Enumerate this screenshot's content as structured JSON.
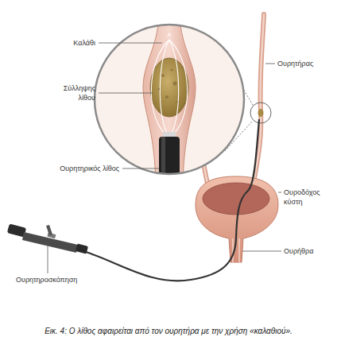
{
  "diagram": {
    "caption": "Εικ. 4: Ο λίθος αφαιρείται από τον ουρητήρα με την χρήση «καλαθιού».",
    "labels": [
      "Καλάθι",
      "Σύλληψης λίθου",
      "Ουρητηρικός λίθος",
      "Ουρητήρας",
      "Ουροδόχος κύστη",
      "Ουρήθρα",
      "Ουρητηροσκόπηση"
    ]
  }
}
